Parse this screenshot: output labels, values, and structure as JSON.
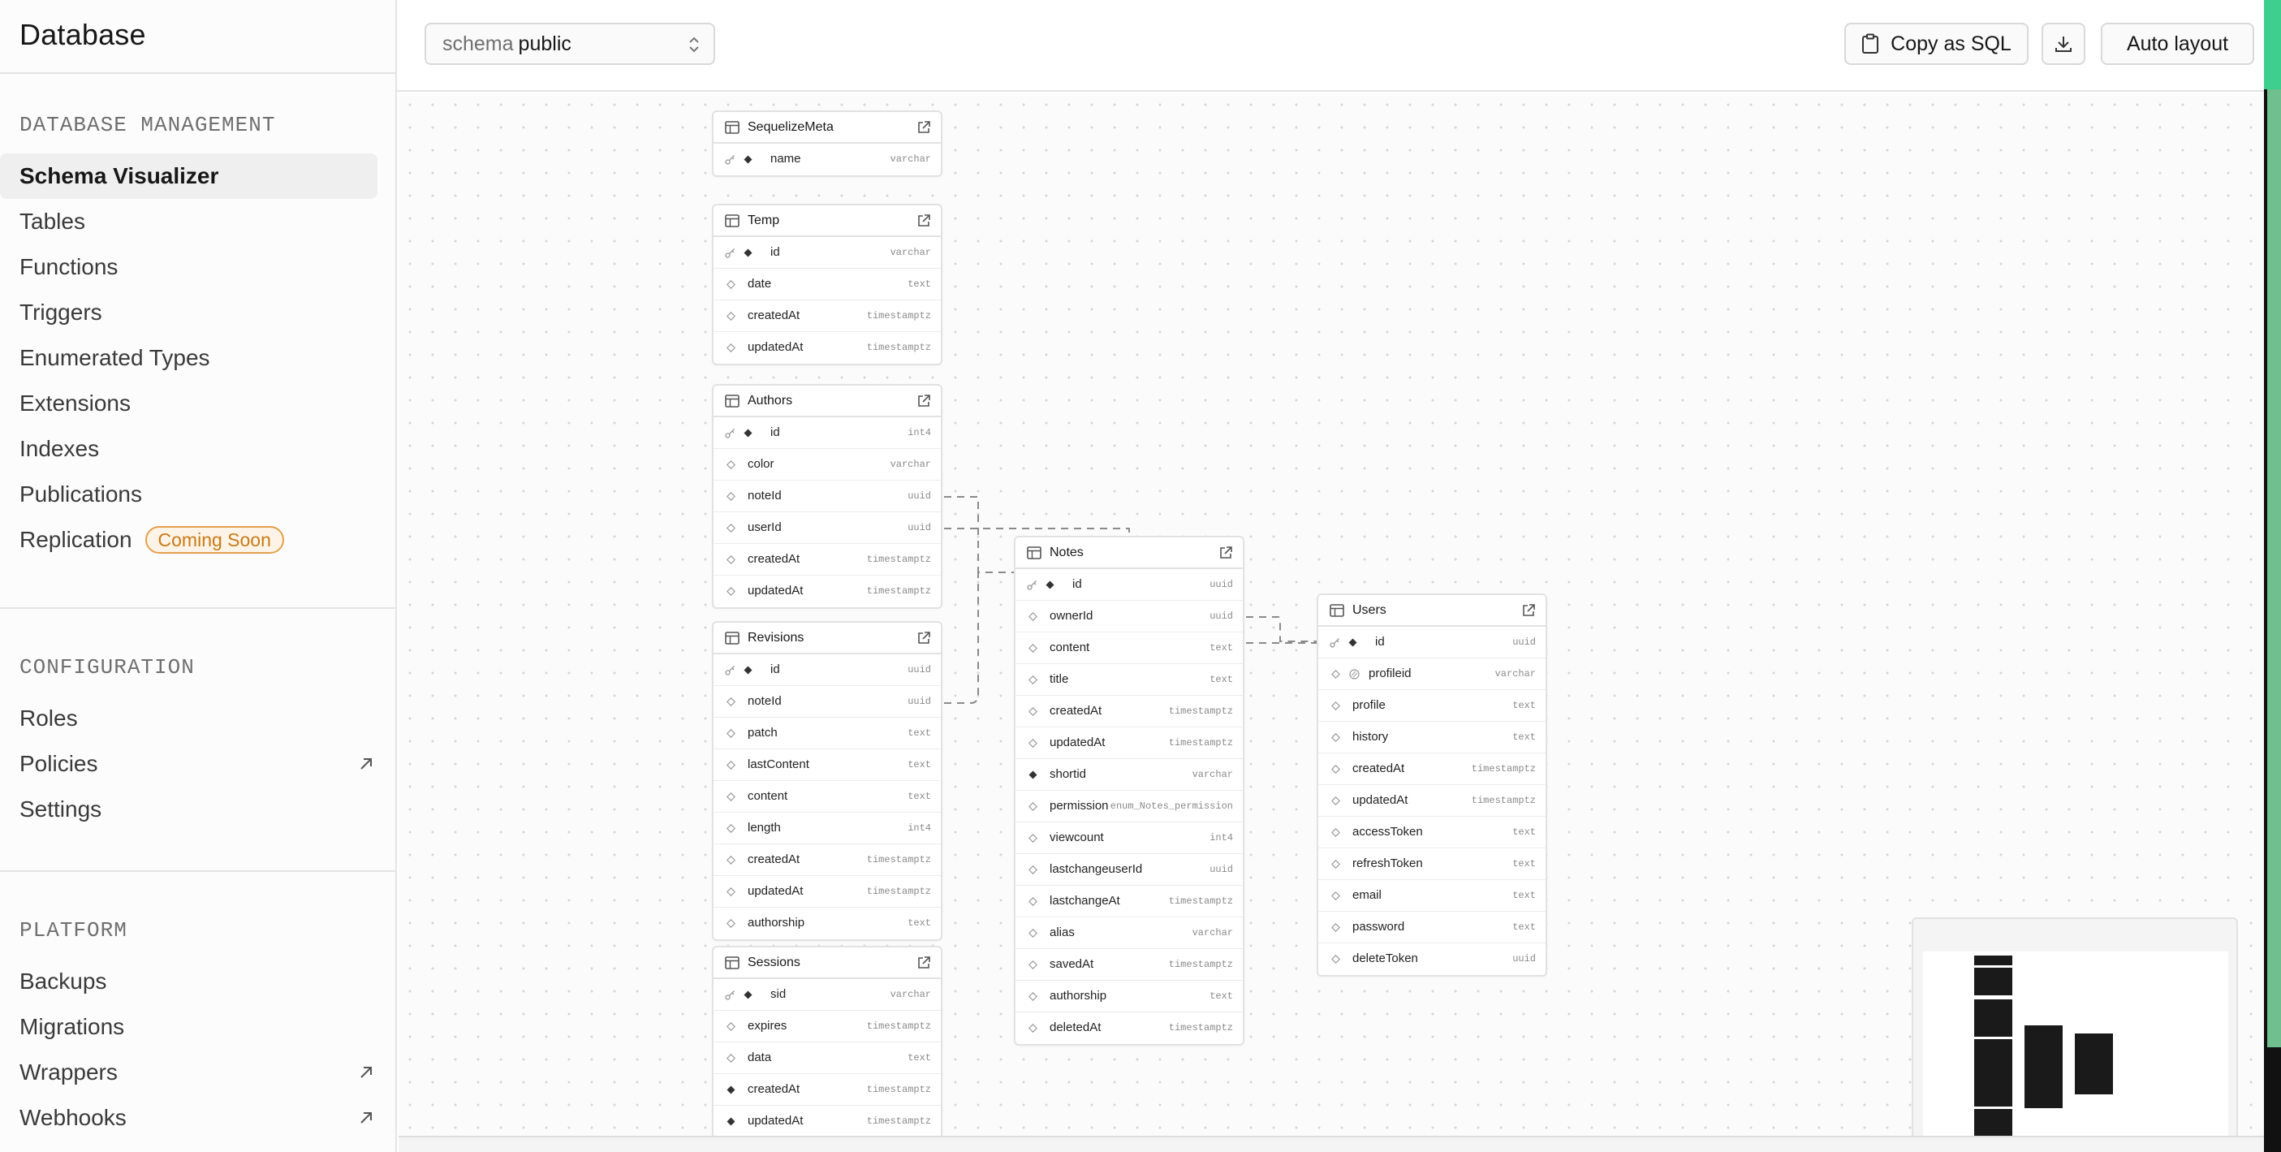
{
  "sidebar": {
    "title": "Database",
    "sections": [
      {
        "heading": "DATABASE MANAGEMENT",
        "items": [
          {
            "label": "Schema Visualizer",
            "active": true
          },
          {
            "label": "Tables"
          },
          {
            "label": "Functions"
          },
          {
            "label": "Triggers"
          },
          {
            "label": "Enumerated Types"
          },
          {
            "label": "Extensions"
          },
          {
            "label": "Indexes"
          },
          {
            "label": "Publications"
          },
          {
            "label": "Replication",
            "badge": "Coming Soon"
          }
        ]
      },
      {
        "heading": "CONFIGURATION",
        "items": [
          {
            "label": "Roles"
          },
          {
            "label": "Policies",
            "external": true
          },
          {
            "label": "Settings"
          }
        ]
      },
      {
        "heading": "PLATFORM",
        "items": [
          {
            "label": "Backups"
          },
          {
            "label": "Migrations"
          },
          {
            "label": "Wrappers",
            "external": true
          },
          {
            "label": "Webhooks",
            "external": true
          }
        ]
      }
    ]
  },
  "toolbar": {
    "schema_label": "schema",
    "schema_value": "public",
    "copy_sql_label": "Copy as SQL",
    "download_icon": "download-icon",
    "auto_layout_label": "Auto layout"
  },
  "tables": [
    {
      "name": "SequelizeMeta",
      "columns": [
        {
          "name": "name",
          "type": "varchar",
          "pk": true
        }
      ]
    },
    {
      "name": "Temp",
      "columns": [
        {
          "name": "id",
          "type": "varchar",
          "pk": true
        },
        {
          "name": "date",
          "type": "text"
        },
        {
          "name": "createdAt",
          "type": "timestamptz"
        },
        {
          "name": "updatedAt",
          "type": "timestamptz"
        }
      ]
    },
    {
      "name": "Authors",
      "columns": [
        {
          "name": "id",
          "type": "int4",
          "pk": true
        },
        {
          "name": "color",
          "type": "varchar"
        },
        {
          "name": "noteId",
          "type": "uuid"
        },
        {
          "name": "userId",
          "type": "uuid"
        },
        {
          "name": "createdAt",
          "type": "timestamptz"
        },
        {
          "name": "updatedAt",
          "type": "timestamptz"
        }
      ]
    },
    {
      "name": "Revisions",
      "columns": [
        {
          "name": "id",
          "type": "uuid",
          "pk": true
        },
        {
          "name": "noteId",
          "type": "uuid"
        },
        {
          "name": "patch",
          "type": "text"
        },
        {
          "name": "lastContent",
          "type": "text"
        },
        {
          "name": "content",
          "type": "text"
        },
        {
          "name": "length",
          "type": "int4"
        },
        {
          "name": "createdAt",
          "type": "timestamptz"
        },
        {
          "name": "updatedAt",
          "type": "timestamptz"
        },
        {
          "name": "authorship",
          "type": "text"
        }
      ]
    },
    {
      "name": "Sessions",
      "columns": [
        {
          "name": "sid",
          "type": "varchar",
          "pk": true
        },
        {
          "name": "expires",
          "type": "timestamptz"
        },
        {
          "name": "data",
          "type": "text"
        },
        {
          "name": "createdAt",
          "type": "timestamptz",
          "required": true
        },
        {
          "name": "updatedAt",
          "type": "timestamptz",
          "required": true
        }
      ]
    },
    {
      "name": "Notes",
      "columns": [
        {
          "name": "id",
          "type": "uuid",
          "pk": true
        },
        {
          "name": "ownerId",
          "type": "uuid"
        },
        {
          "name": "content",
          "type": "text"
        },
        {
          "name": "title",
          "type": "text"
        },
        {
          "name": "createdAt",
          "type": "timestamptz"
        },
        {
          "name": "updatedAt",
          "type": "timestamptz"
        },
        {
          "name": "shortid",
          "type": "varchar",
          "required": true
        },
        {
          "name": "permission",
          "type": "enum_Notes_permission"
        },
        {
          "name": "viewcount",
          "type": "int4"
        },
        {
          "name": "lastchangeuserId",
          "type": "uuid"
        },
        {
          "name": "lastchangeAt",
          "type": "timestamptz"
        },
        {
          "name": "alias",
          "type": "varchar"
        },
        {
          "name": "savedAt",
          "type": "timestamptz"
        },
        {
          "name": "authorship",
          "type": "text"
        },
        {
          "name": "deletedAt",
          "type": "timestamptz"
        }
      ]
    },
    {
      "name": "Users",
      "columns": [
        {
          "name": "id",
          "type": "uuid",
          "pk": true
        },
        {
          "name": "profileid",
          "type": "varchar",
          "unique": true
        },
        {
          "name": "profile",
          "type": "text"
        },
        {
          "name": "history",
          "type": "text"
        },
        {
          "name": "createdAt",
          "type": "timestamptz"
        },
        {
          "name": "updatedAt",
          "type": "timestamptz"
        },
        {
          "name": "accessToken",
          "type": "text"
        },
        {
          "name": "refreshToken",
          "type": "text"
        },
        {
          "name": "email",
          "type": "text"
        },
        {
          "name": "password",
          "type": "text"
        },
        {
          "name": "deleteToken",
          "type": "uuid"
        }
      ]
    }
  ]
}
